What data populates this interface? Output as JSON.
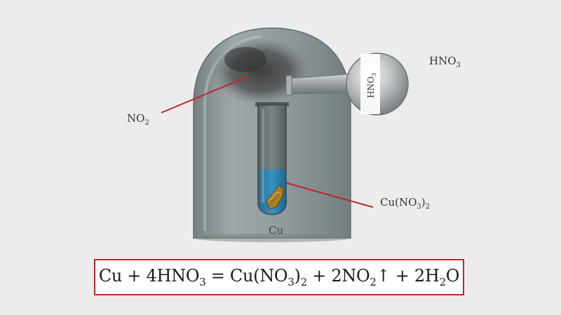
{
  "labels": {
    "no2": {
      "base": "NO",
      "sub": "2"
    },
    "hno3": {
      "base": "HNO",
      "sub": "3"
    },
    "flask_label": {
      "base": "HNO",
      "sub": "3"
    },
    "cuno32": {
      "base": "Cu(NO",
      "sub1": "3",
      "mid": ")",
      "sub2": "2"
    },
    "cu": "Cu"
  },
  "equation": {
    "p1": "Cu + 4HNO",
    "s1": "3",
    "p2": " = Cu(NO",
    "s2": "3",
    "p3": ")",
    "s3": "2",
    "p4": " + 2NO",
    "s4": "2",
    "p5": "↑ + 2H",
    "s5": "2",
    "p6": "O"
  },
  "colors": {
    "background": "#ececec",
    "bell_jar": "#8d989b",
    "leader_line": "#c0262c",
    "solution": "#2f83b3",
    "copper": "#b8902c",
    "box_border": "#c0262c"
  }
}
